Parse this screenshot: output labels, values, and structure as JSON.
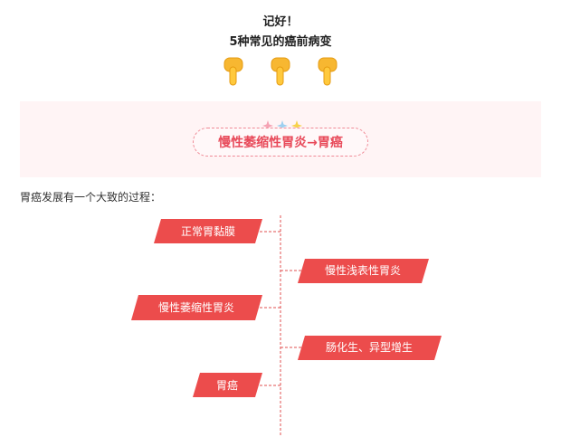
{
  "header": {
    "line1": "记好！",
    "line2": "5种常见的癌前病变",
    "icons": [
      "pointing-down-hand",
      "pointing-down-hand",
      "pointing-down-hand"
    ]
  },
  "banner": {
    "title": "慢性萎缩性胃炎→胃癌",
    "accent_color": "#e84a5a",
    "background": "#fff4f5"
  },
  "intro": "胃癌发展有一个大致的过程：",
  "timeline": {
    "color": "#ec4c4c",
    "steps": [
      {
        "label": "正常胃黏膜",
        "side": "left"
      },
      {
        "label": "慢性浅表性胃炎",
        "side": "right"
      },
      {
        "label": "慢性萎缩性胃炎",
        "side": "left"
      },
      {
        "label": "肠化生、异型增生",
        "side": "right"
      },
      {
        "label": "胃癌",
        "side": "left"
      }
    ]
  }
}
